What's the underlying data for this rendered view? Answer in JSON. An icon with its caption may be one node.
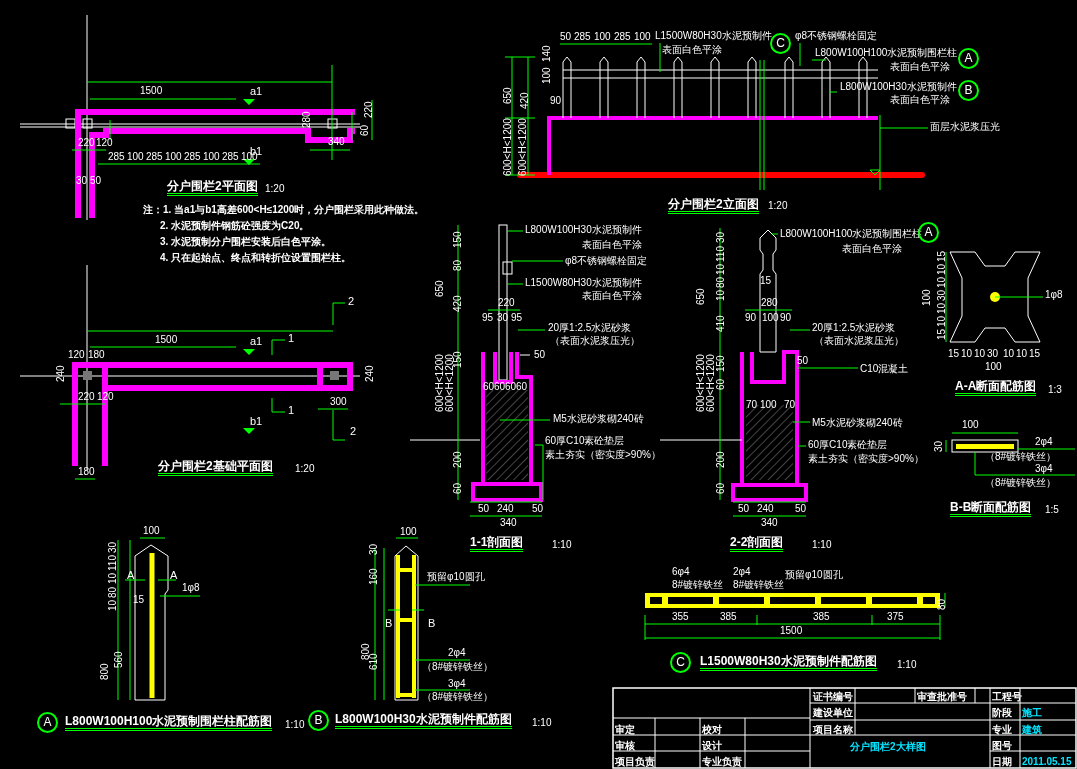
{
  "diagram": {
    "labels": [
      "1500",
      "a1",
      "220",
      "280",
      "60",
      "220",
      "120",
      "340",
      "b1",
      "285",
      "100",
      "285",
      "100",
      "285",
      "100",
      "285",
      "100",
      "30",
      "50",
      "分户围栏2平面图",
      "1:20",
      "注：1. 当a1与b1高差600<H≤1200时，分户围栏采用此种做法。",
      "2. 水泥预制件钢筋砼强度为C20。",
      "3. 水泥预制分户围栏安装后白色平涂。",
      "4. 只在起始点、终点和转折位设置围栏柱。",
      "2",
      "1500",
      "a1",
      "1",
      "120",
      "180",
      "240",
      "240",
      "220",
      "120",
      "300",
      "1",
      "b1",
      "2",
      "180",
      "分户围栏2基础平面图",
      "1:20",
      "50",
      "285",
      "100",
      "285",
      "100",
      "L1500W80H30水泥预制件",
      "表面白色平涂",
      "C",
      "φ8不锈钢螺栓固定",
      "L800W100H100水泥预制围栏柱",
      "表面白色平涂",
      "A",
      "L800W100H30水泥预制件",
      "表面白色平涂",
      "B",
      "面层水泥浆压光",
      "650",
      "420",
      "140",
      "100",
      "90",
      "600<H<1200",
      "600<H<1200",
      "分户围栏2立面图",
      "1:20",
      "L800W100H30水泥预制件",
      "表面白色平涂",
      "φ8不锈钢螺栓固定",
      "L1500W80H30水泥预制件",
      "表面白色平涂",
      "150",
      "80",
      "650",
      "420",
      "150",
      "600<H<1200",
      "600<H<1200",
      "200",
      "60",
      "220",
      "95",
      "30",
      "95",
      "20厚1:2.5水泥砂浆",
      "（表面水泥浆压光）",
      "50",
      "60",
      "60",
      "60",
      "60",
      "M5水泥砂浆砌240砖",
      "60厚C10素砼垫层",
      "素土夯实（密实度>90%）",
      "50",
      "240",
      "50",
      "340",
      "1-1剖面图",
      "1:10",
      "L800W100H100水泥预制围栏柱",
      "表面白色平涂",
      "A",
      "30",
      "110",
      "10",
      "80",
      "10",
      "650",
      "410",
      "15",
      "280",
      "90",
      "100",
      "90",
      "150",
      "60",
      "600<H<1200",
      "600<H<1200",
      "200",
      "60",
      "20厚1:2.5水泥砂浆",
      "（表面水泥浆压光）",
      "50",
      "C10混凝土",
      "70",
      "100",
      "70",
      "M5水泥砂浆砌240砖",
      "60厚C10素砼垫层",
      "素土夯实（密实度>90%）",
      "50",
      "240",
      "50",
      "340",
      "2-2剖面图",
      "1:10",
      "100",
      "15",
      "10",
      "10",
      "30",
      "10",
      "10",
      "15",
      "15",
      "10",
      "10",
      "30",
      "10",
      "10",
      "15",
      "100",
      "1φ8",
      "A-A断面配筋图",
      "1:3",
      "100",
      "30",
      "2φ4",
      "（8#镀锌铁丝）",
      "3φ4",
      "（8#镀锌铁丝）",
      "B-B断面配筋图",
      "1:5",
      "100",
      "30",
      "110",
      "10",
      "80",
      "10",
      "800",
      "560",
      "A",
      "A",
      "15",
      "1φ8",
      "A",
      "L800W100H100水泥预制围栏柱配筋图",
      "1:10",
      "100",
      "30",
      "160",
      "800",
      "610",
      "B",
      "B",
      "预留φ10圆孔",
      "2φ4",
      "（8#镀锌铁丝）",
      "3φ4",
      "（8#镀锌铁丝）",
      "B",
      "L800W100H30水泥预制件配筋图",
      "1:10",
      "6φ4",
      "8#镀锌铁丝",
      "2φ4",
      "8#镀锌铁丝",
      "预留φ10圆孔",
      "80",
      "355",
      "385",
      "385",
      "375",
      "1500",
      "C",
      "L1500W80H30水泥预制件配筋图",
      "1:10",
      "证书编号",
      "审查批准号",
      "工程号",
      "建设单位",
      "阶段",
      "施工",
      "审定",
      "校对",
      "项目名称",
      "专业",
      "建筑",
      "审核",
      "设计",
      "分户围栏2大样图",
      "图号",
      "项目负责",
      "专业负责",
      "日期",
      "2011.05.15"
    ]
  }
}
